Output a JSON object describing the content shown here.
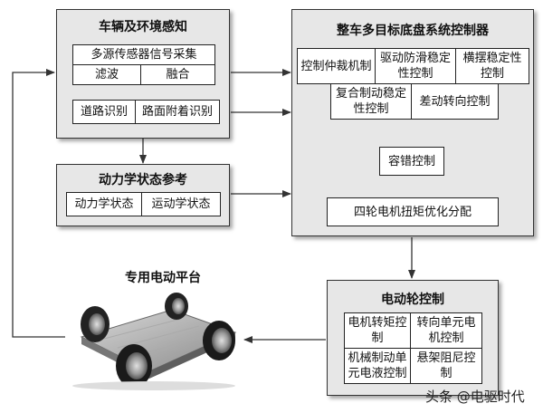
{
  "perception": {
    "title": "车辆及环境感知",
    "sensor": "多源传感器信号采集",
    "filter": "滤波",
    "fusion": "融合",
    "road_recognition": "道路识别",
    "adhesion_recognition": "路面附着识别"
  },
  "dynamics_ref": {
    "title": "动力学状态参考",
    "dynamic_state": "动力学状态",
    "kinematic_state": "运动学状态"
  },
  "chassis_controller": {
    "title": "整车多目标底盘系统控制器",
    "traction": "控制仲裁机制",
    "anti_slip": "驱动防滑稳定性控制",
    "yaw": "横摆稳定性控制",
    "composite_brake": "复合制动稳定性控制",
    "diff_steer": "差动转向控制",
    "fault_tolerance": "容错控制",
    "torque_alloc": "四轮电机扭矩优化分配"
  },
  "platform": {
    "title": "专用电动平台"
  },
  "wheel_control": {
    "title": "电动轮控制",
    "motor_torque": "电机转矩控制",
    "steer_unit": "转向单元电机控制",
    "mech_brake": "机械制动单元电液控制",
    "suspension": "悬架阻尼控制"
  },
  "watermark": "头条 @电驱时代"
}
